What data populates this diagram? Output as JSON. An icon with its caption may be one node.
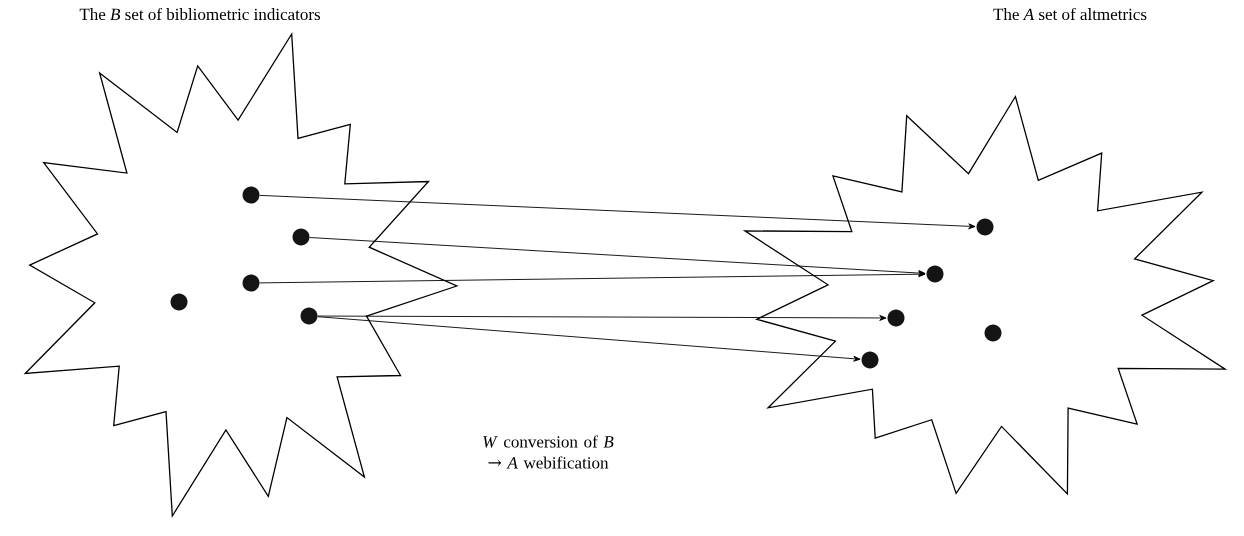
{
  "diagram": {
    "nodes": [
      {
        "text": [
          "The *B* set of bibliometric indicators"
        ]
      },
      {
        "text": [
          "The *A* set of altmetrics"
        ]
      },
      {
        "text": [],
        "shape": "circle",
        "in": 0
      },
      {
        "text": [],
        "shape": "circle",
        "in": 0
      },
      {
        "text": [],
        "shape": "circle",
        "in": 0
      },
      {
        "text": [],
        "shape": "circle",
        "in": 0
      },
      {
        "text": [],
        "shape": "circle",
        "in": 0
      },
      {
        "text": [],
        "shape": "circle",
        "in": 1
      },
      {
        "text": [],
        "shape": "circle",
        "in": 1
      },
      {
        "text": [],
        "shape": "circle",
        "in": 1
      },
      {
        "text": [],
        "shape": "circle",
        "in": 1
      },
      {
        "text": [],
        "shape": "circle",
        "in": 1
      }
    ],
    "edges": [
      {
        "from": 2,
        "to": 7,
        "arrow": "to"
      },
      {
        "from": 4,
        "to": 8,
        "arrow": "to"
      },
      {
        "from": 3,
        "to": 8,
        "arrow": "to"
      },
      {
        "from": 6,
        "to": 9,
        "arrow": "to"
      },
      {
        "from": 6,
        "to": 11,
        "arrow": "to"
      }
    ],
    "labels": [
      "*W* conversion of *B* → *A* webification"
    ]
  }
}
